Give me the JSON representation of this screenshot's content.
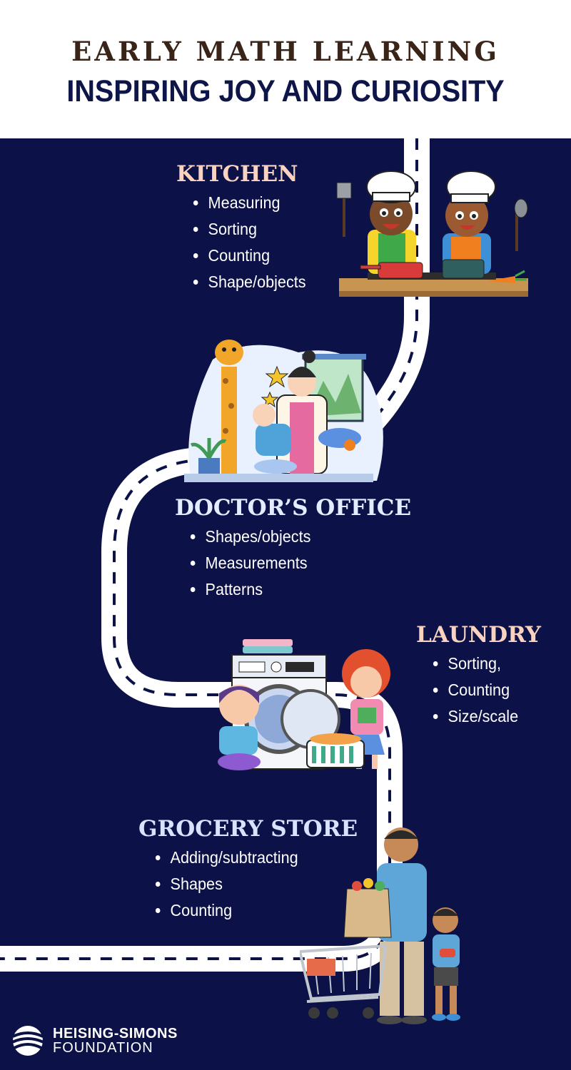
{
  "header": {
    "title_top": "EARLY MATH LEARNING",
    "title_main": "INSPIRING JOY AND CURIOSITY"
  },
  "colors": {
    "background": "#0c1247",
    "header_bg": "#ffffff",
    "title_top": "#3a2418",
    "title_main": "#0e1548",
    "kitchen_title": "#f9d3c0",
    "doctor_title": "#e4ecff",
    "laundry_title": "#f9d3c0",
    "grocery_title": "#d7e3ff",
    "road": "#ffffff",
    "road_dash": "#0c1247"
  },
  "sections": {
    "kitchen": {
      "title": "KITCHEN",
      "items": [
        "Measuring",
        "Sorting",
        "Counting",
        "Shape/objects"
      ],
      "illustration": "kids-cooking-illustration"
    },
    "doctor": {
      "title": "DOCTOR’S OFFICE",
      "items": [
        "Shapes/objects",
        "Measurements",
        "Patterns"
      ],
      "illustration": "doctor-checkup-illustration"
    },
    "laundry": {
      "title": "LAUNDRY",
      "items": [
        "Sorting,",
        "Counting",
        "Size/scale"
      ],
      "illustration": "kids-laundry-illustration"
    },
    "grocery": {
      "title": "GROCERY STORE",
      "items": [
        "Adding/subtracting",
        "Shapes",
        "Counting"
      ],
      "illustration": "family-shopping-illustration"
    }
  },
  "footer": {
    "logo_line1": "HEISING-SIMONS",
    "logo_line2": "FOUNDATION",
    "logo_icon": "foundation-wave-logo"
  }
}
